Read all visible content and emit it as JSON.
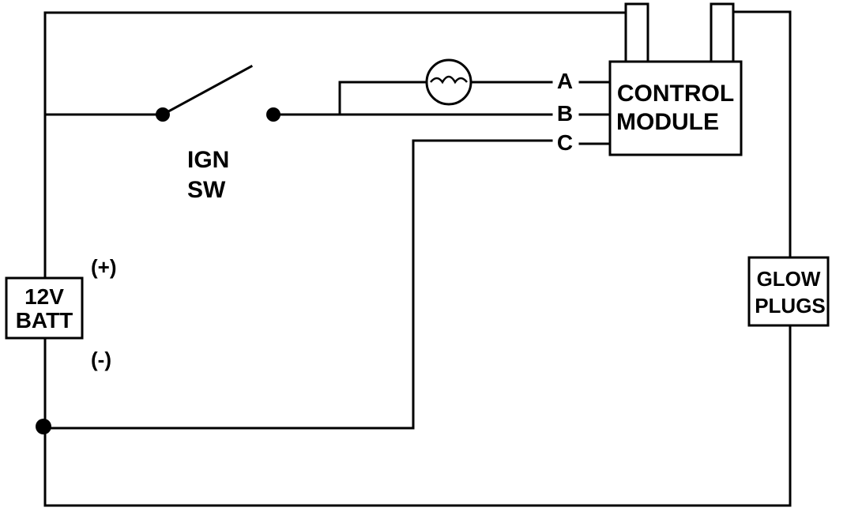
{
  "diagram": {
    "ignition_switch": {
      "line1": "IGN",
      "line2": "SW"
    },
    "battery": {
      "line1": "12V",
      "line2": "BATT",
      "positive": "(+)",
      "negative": "(-)"
    },
    "control_module": {
      "line1": "CONTROL",
      "line2": "MODULE"
    },
    "terminals": {
      "a": "A",
      "b": "B",
      "c": "C"
    },
    "glow_plugs": {
      "line1": "GLOW",
      "line2": "PLUGS"
    }
  },
  "colors": {
    "ink": "#000000",
    "paper": "#ffffff"
  },
  "icons": [
    "indicator-lamp-icon",
    "switch-contact-icon",
    "ground-junction-icon"
  ]
}
